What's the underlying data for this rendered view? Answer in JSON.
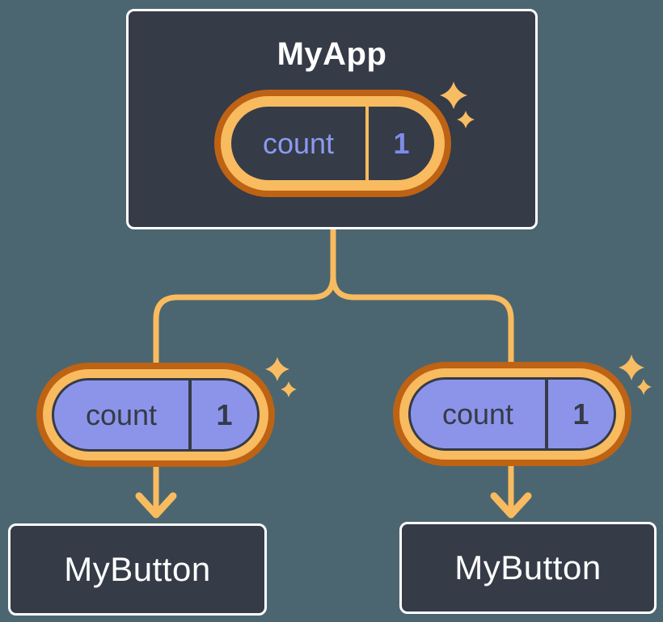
{
  "diagram": {
    "root": {
      "title": "MyApp",
      "state": {
        "name": "count",
        "value": "1"
      }
    },
    "children": [
      {
        "title": "MyButton",
        "state": {
          "name": "count",
          "value": "1"
        }
      },
      {
        "title": "MyButton",
        "state": {
          "name": "count",
          "value": "1"
        }
      }
    ],
    "colors": {
      "background": "#4B6670",
      "node_fill": "#353B47",
      "node_border": "#FFFFFF",
      "node_text": "#FFFFFF",
      "pill_ring_outer": "#BE6214",
      "pill_ring_inner": "#F8BB5F",
      "pill_fill_root": "#353B47",
      "pill_fill_child": "#8C94EA",
      "pill_text_root_name": "#8C9AF0",
      "pill_text_root_value": "#7E8BE8",
      "pill_text_child": "#353B47",
      "connector": "#F8BB5F",
      "sparkle": "#F8BC62"
    }
  }
}
